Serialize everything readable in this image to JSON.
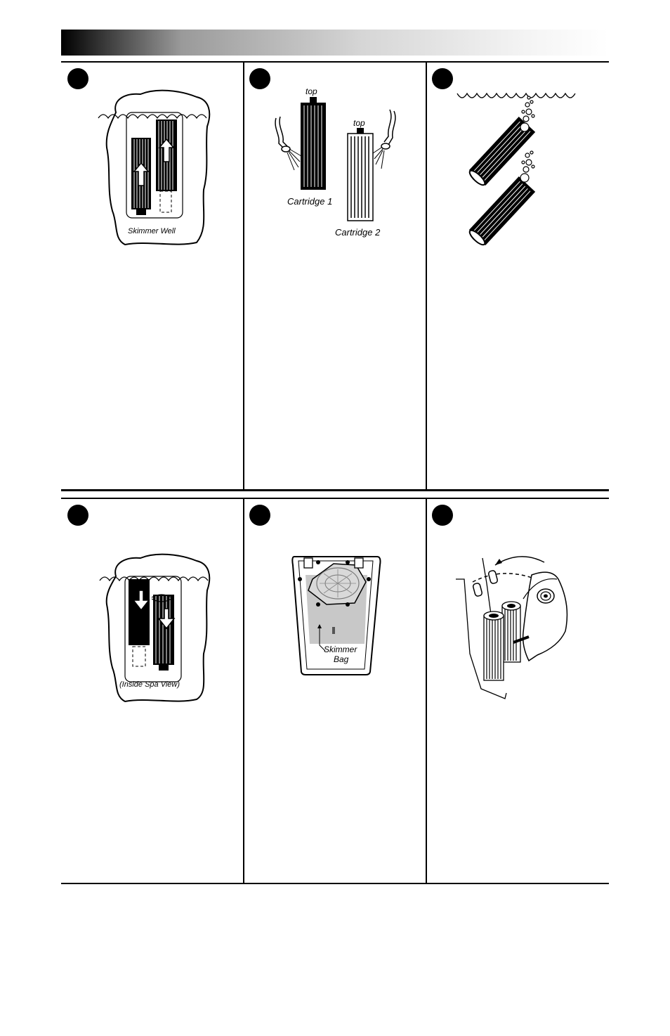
{
  "steps": [
    {
      "labels": {
        "well": "Skimmer  Well"
      }
    },
    {
      "labels": {
        "top1": "top",
        "top2": "top",
        "cart1": "Cartridge  1",
        "cart2": "Cartridge  2"
      }
    },
    {
      "labels": {}
    },
    {
      "labels": {
        "view": "(Inside  Spa  View)"
      }
    },
    {
      "labels": {
        "bag1": "Skimmer",
        "bag2": "Bag"
      }
    },
    {
      "labels": {}
    }
  ]
}
